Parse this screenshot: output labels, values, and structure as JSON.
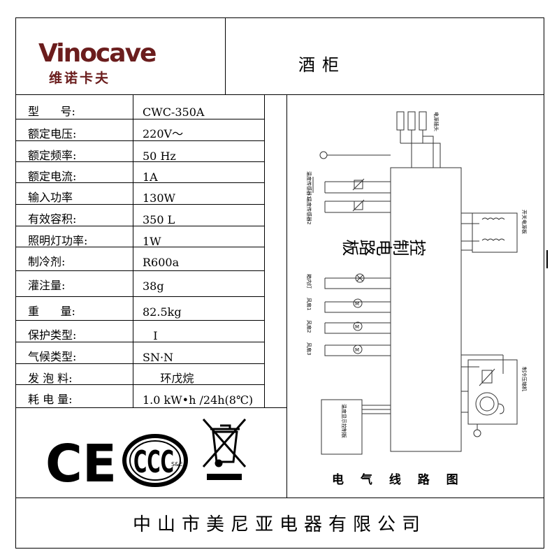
{
  "header": {
    "brand_en": "Vinocave",
    "brand_cn": "维诺卡夫",
    "title": "酒柜"
  },
  "specs": [
    {
      "label": "型      号:",
      "value": "CWC-350A"
    },
    {
      "label": "额定电压:",
      "value": "220V～"
    },
    {
      "label": "额定频率:",
      "value": "50 Hz"
    },
    {
      "label": "额定电流:",
      "value": "1A"
    },
    {
      "label": "输入功率",
      "value": "130W"
    },
    {
      "label": "有效容积:",
      "value": "350 L"
    },
    {
      "label": "照明灯功率:",
      "value": "1W"
    },
    {
      "label": "制冷剂:",
      "value": "R600a"
    },
    {
      "label": "灌注量:",
      "value": "38g"
    },
    {
      "label": "重      量:",
      "value": "82.5kg"
    },
    {
      "label": "保护类型:",
      "value": "   I"
    },
    {
      "label": "气候类型:",
      "value": "SN·N"
    },
    {
      "label": "发 泡 料:",
      "value": "     环戊烷"
    },
    {
      "label": "耗 电 量:",
      "value": "1.0 kW•h /24h(8℃)"
    }
  ],
  "certifications": {
    "ce": "CE",
    "ccc": "CCC",
    "ccc_sub": "S&E",
    "weee_icon": "crossed-out-wheelie-bin-icon"
  },
  "diagram": {
    "control_board": "控制电路板",
    "power_plug": "电源插头",
    "temp_sensor_1": "温度传感器1",
    "temp_sensor_2": "温度传感器2",
    "switch_board": "开关电源板",
    "cabinet_light": "箱内灯",
    "fan_1": "风扇1",
    "fan_2": "风扇2",
    "fan_3": "风扇3",
    "compressor": "制冷压缩机",
    "display_board": "温度显示控制板",
    "caption": "电 气 线 路 图"
  },
  "footer": {
    "company": "中山市美尼亚电器有限公司"
  }
}
